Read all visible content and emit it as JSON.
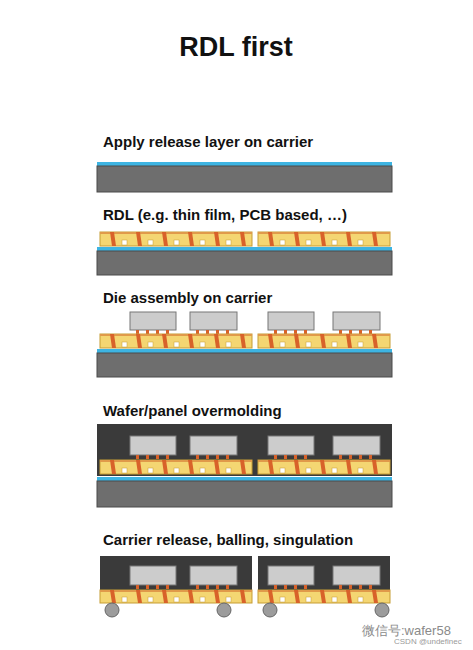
{
  "diagram": {
    "title": "RDL first",
    "labels": [
      "Apply release layer on carrier",
      "RDL (e.g. thin film, PCB based, …)",
      "Die assembly on carrier",
      "Wafer/panel overmolding",
      "Carrier release, balling, singulation",
      "微信号:wafer58",
      "CSDN @undefinec"
    ]
  }
}
